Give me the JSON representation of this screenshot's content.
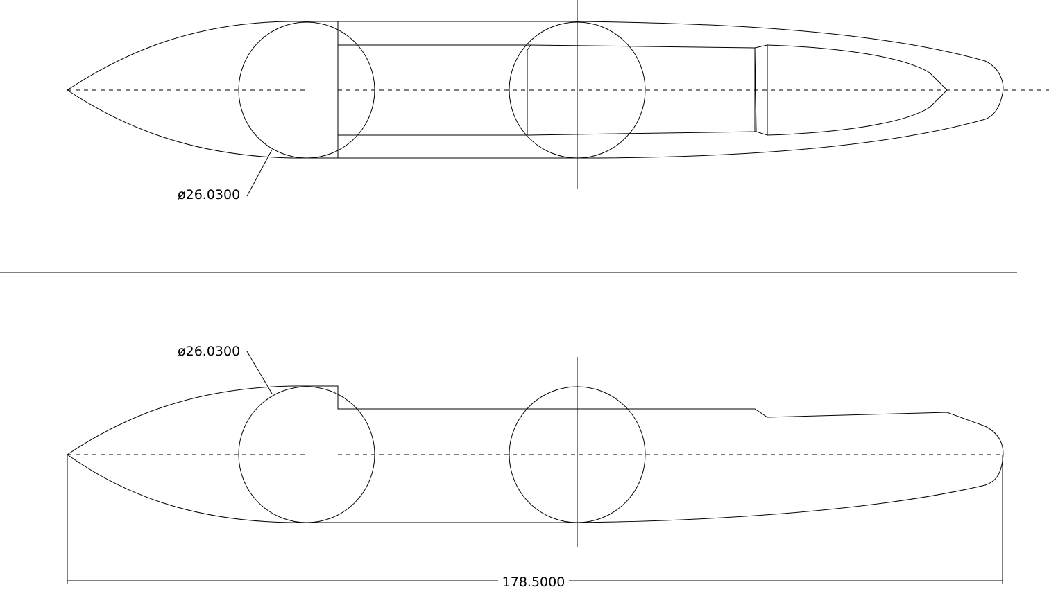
{
  "drawing": {
    "top_view": {
      "diameter_callout": "ø26.0300"
    },
    "side_view": {
      "diameter_callout": "ø26.0300",
      "overall_length": "178.5000"
    },
    "colors": {
      "background": "#ffffff",
      "line": "#000000"
    }
  }
}
